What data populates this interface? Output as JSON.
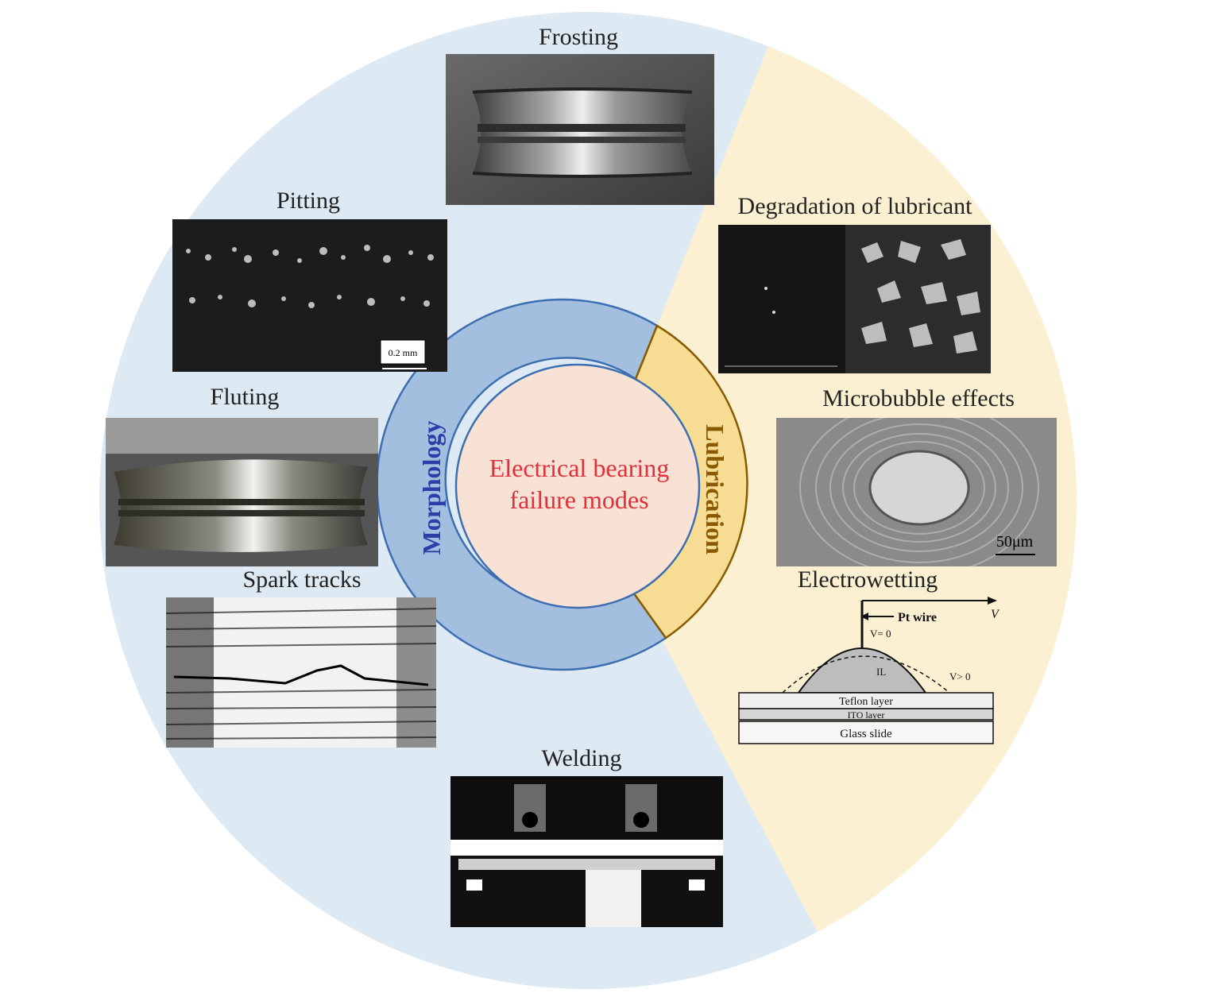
{
  "center": {
    "line1": "Electrical bearing",
    "line2": "failure modes"
  },
  "rings": {
    "left": "Morphology",
    "right": "Lubrication"
  },
  "morphology": {
    "frosting": "Frosting",
    "pitting": "Pitting",
    "fluting": "Fluting",
    "spark_tracks": "Spark tracks",
    "welding": "Welding"
  },
  "lubrication": {
    "degradation": "Degradation of lubricant",
    "microbubble": "Microbubble effects",
    "electrowetting": "Electrowetting"
  },
  "scale_bars": {
    "pitting": "0.2 mm",
    "microbubble": "50μm"
  },
  "electrowetting_diagram": {
    "pt_wire": "Pt wire",
    "v": "V",
    "v0": "V= 0",
    "vpos": "V> 0",
    "teflon": "Teflon layer",
    "ito": "ITO layer",
    "glass": "Glass slide",
    "droplet": "IL"
  },
  "colors": {
    "morphology_bg": "#dde9f3",
    "lubrication_bg": "#fbf1d2",
    "morphology_ring": "#a3bfe0",
    "lubrication_ring": "#f7dc94",
    "center_fill": "#f8e2d6",
    "center_text": "#e0303a",
    "morphology_text": "#2c3fa8",
    "lubrication_text": "#8a5a00"
  }
}
